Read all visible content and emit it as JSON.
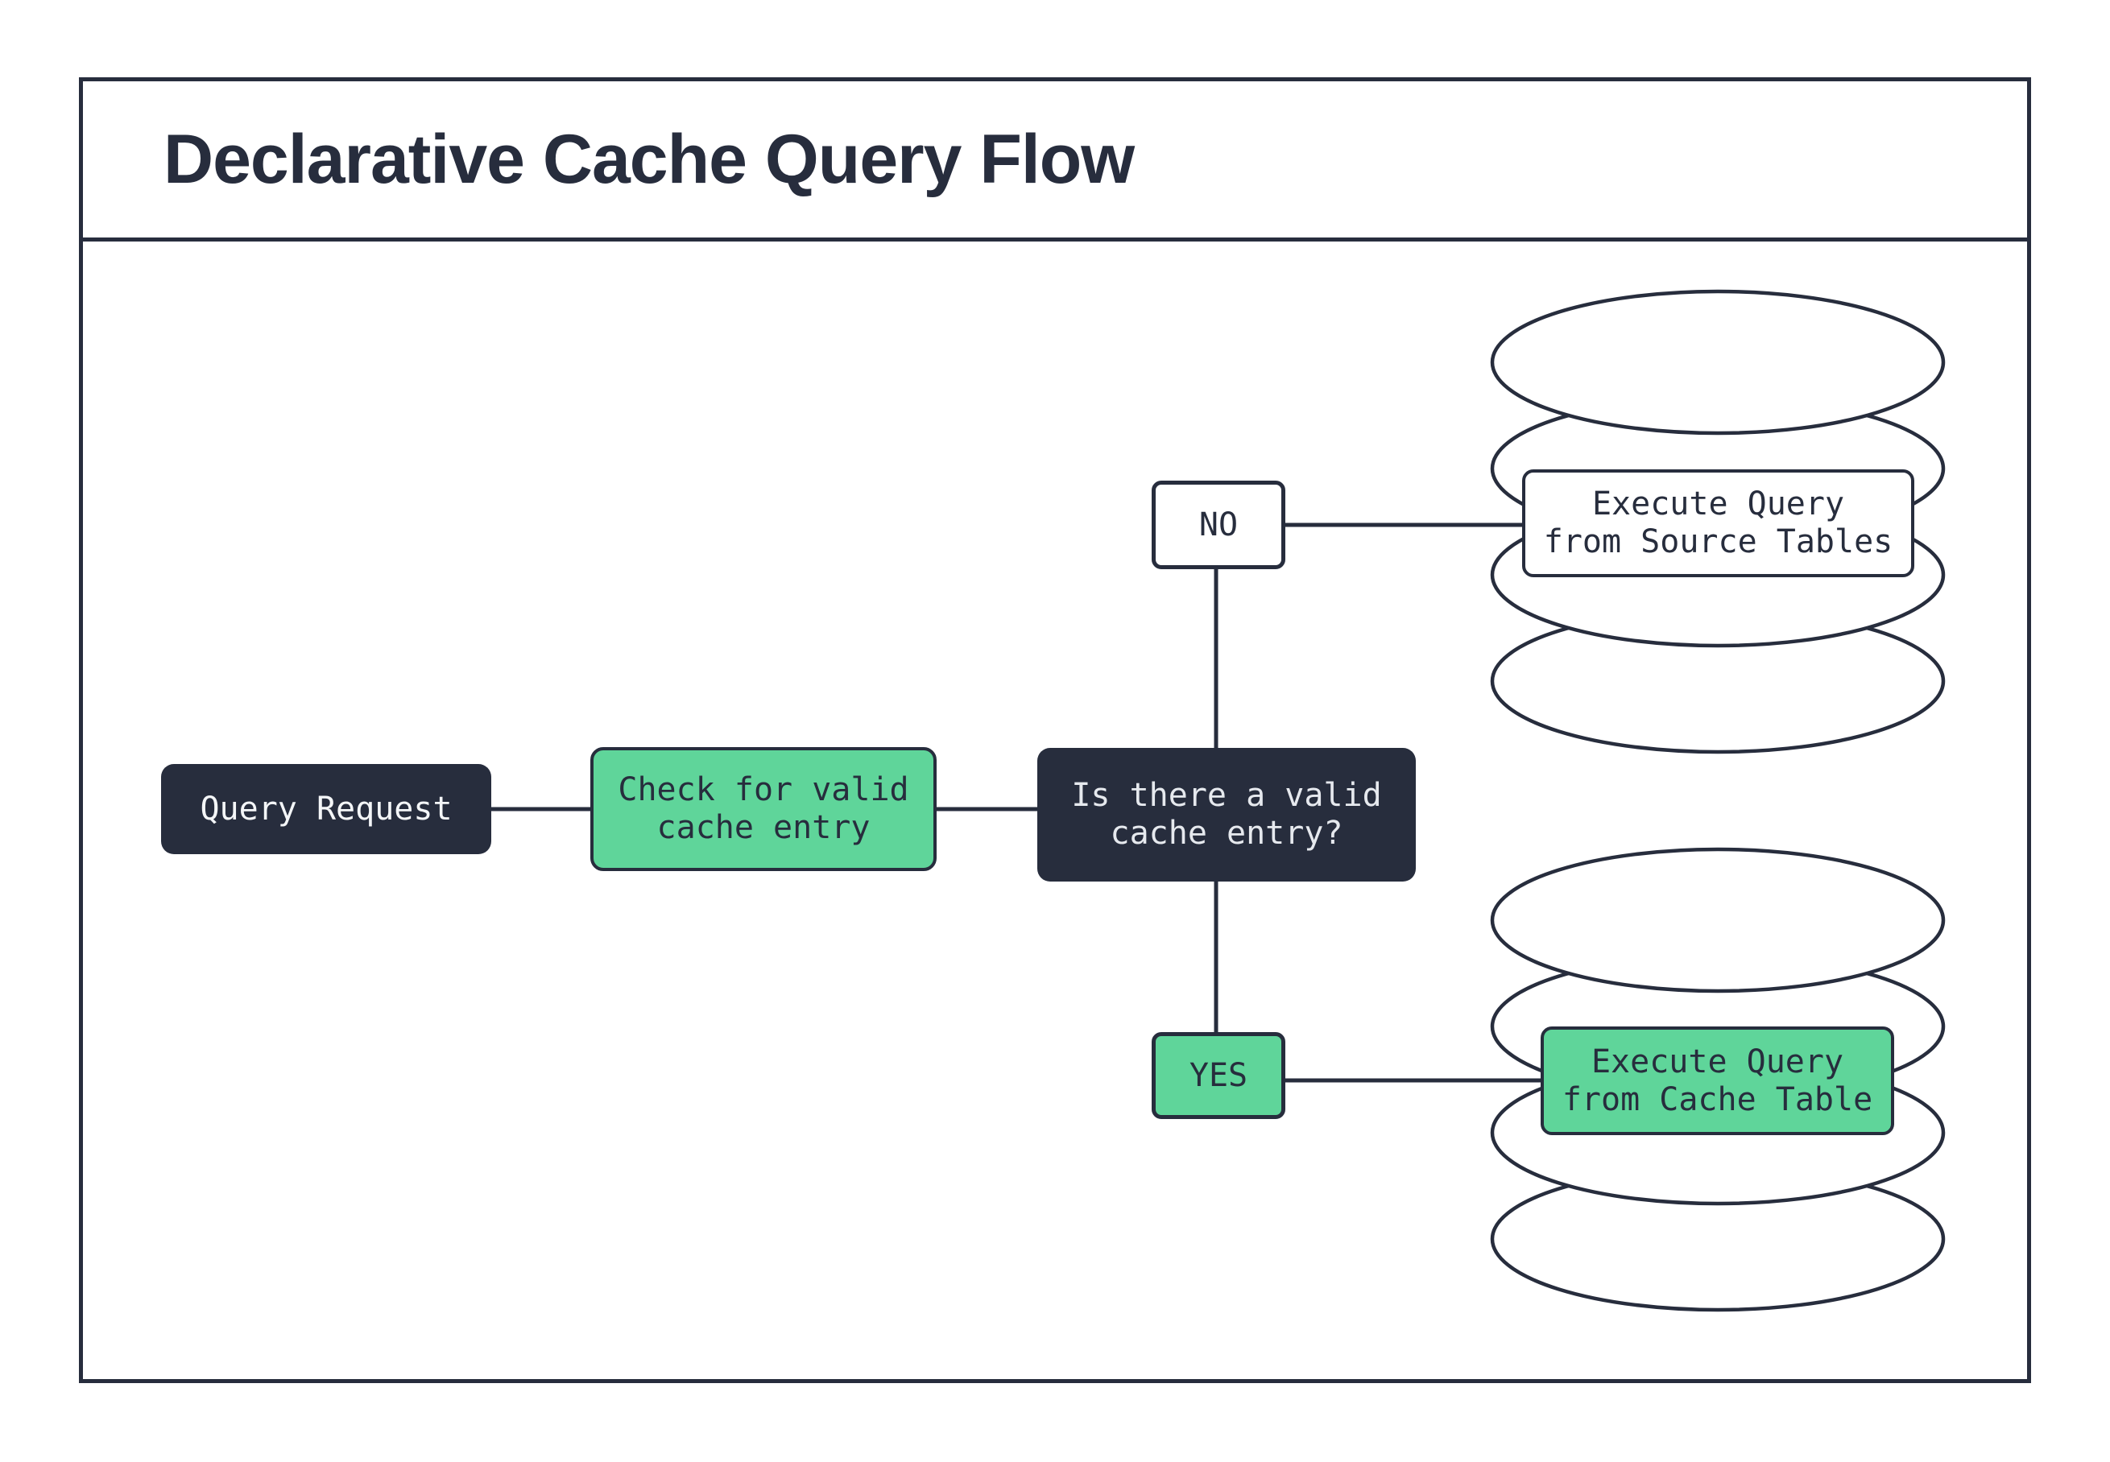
{
  "title": "Declarative Cache Query Flow",
  "colors": {
    "ink": "#272D3D",
    "green": "#5FD59A",
    "light_text": "#E6E9EE",
    "background": "#FFFFFF"
  },
  "nodes": {
    "query_request": {
      "label": "Query Request"
    },
    "check_cache": {
      "label": "Check for valid\ncache entry"
    },
    "decision": {
      "label": "Is there a valid\ncache entry?"
    },
    "no_branch": {
      "label": "NO"
    },
    "yes_branch": {
      "label": "YES"
    },
    "source_db": {
      "label": "Execute Query\nfrom Source Tables"
    },
    "cache_db": {
      "label": "Execute Query\nfrom Cache Table"
    }
  }
}
